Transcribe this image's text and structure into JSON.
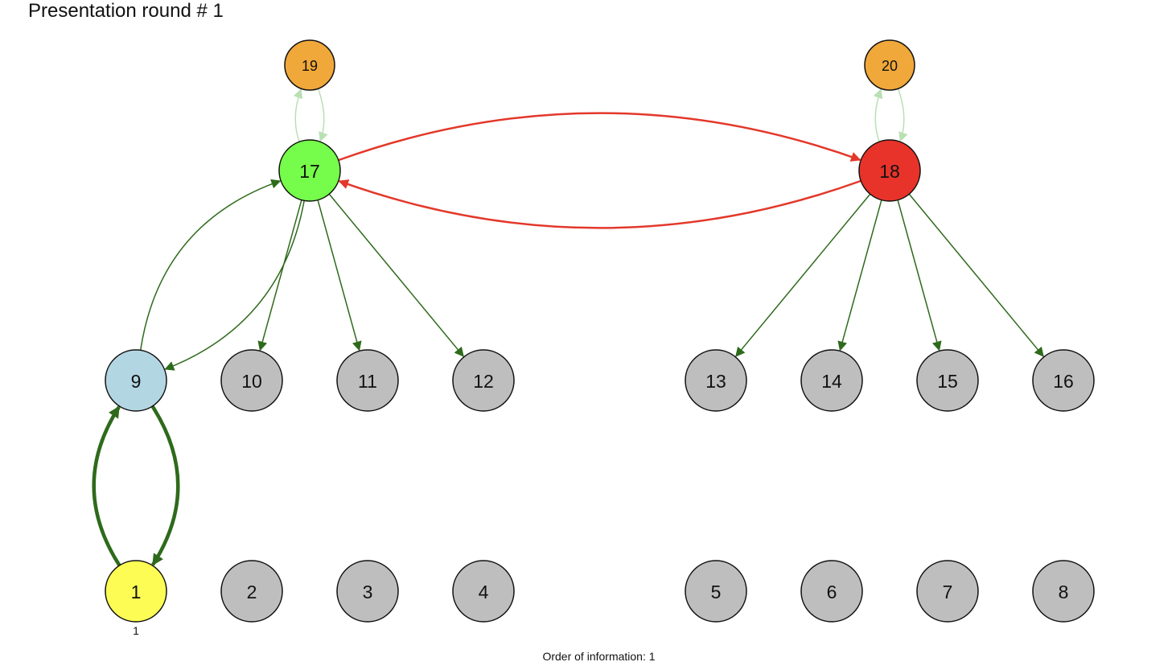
{
  "title": "Presentation round # 1",
  "footer": "Order of information: 1",
  "colors": {
    "gray": "#bebebe",
    "orange": "#f0a83a",
    "green_node": "#76fc4a",
    "red_node": "#e8332a",
    "lightblue": "#b3d6e3",
    "yellow": "#fdfc55",
    "edge_dark_green": "#2e6a1b",
    "edge_light_green": "#b9e0b3",
    "edge_red": "#e3382a"
  },
  "nodes": [
    {
      "id": "1",
      "color": "yellow",
      "sublabel": "1"
    },
    {
      "id": "2",
      "color": "gray"
    },
    {
      "id": "3",
      "color": "gray"
    },
    {
      "id": "4",
      "color": "gray"
    },
    {
      "id": "5",
      "color": "gray"
    },
    {
      "id": "6",
      "color": "gray"
    },
    {
      "id": "7",
      "color": "gray"
    },
    {
      "id": "8",
      "color": "gray"
    },
    {
      "id": "9",
      "color": "lightblue"
    },
    {
      "id": "10",
      "color": "gray"
    },
    {
      "id": "11",
      "color": "gray"
    },
    {
      "id": "12",
      "color": "gray"
    },
    {
      "id": "13",
      "color": "gray"
    },
    {
      "id": "14",
      "color": "gray"
    },
    {
      "id": "15",
      "color": "gray"
    },
    {
      "id": "16",
      "color": "gray"
    },
    {
      "id": "17",
      "color": "green_node"
    },
    {
      "id": "18",
      "color": "red_node"
    },
    {
      "id": "19",
      "color": "orange"
    },
    {
      "id": "20",
      "color": "orange"
    }
  ],
  "edges": [
    {
      "from": "9",
      "to": "1",
      "color": "edge_dark_green",
      "weight": "heavy"
    },
    {
      "from": "1",
      "to": "9",
      "color": "edge_dark_green",
      "weight": "heavy"
    },
    {
      "from": "17",
      "to": "9",
      "color": "edge_dark_green",
      "weight": "normal"
    },
    {
      "from": "9",
      "to": "17",
      "color": "edge_dark_green",
      "weight": "normal"
    },
    {
      "from": "17",
      "to": "10",
      "color": "edge_dark_green",
      "weight": "normal"
    },
    {
      "from": "17",
      "to": "11",
      "color": "edge_dark_green",
      "weight": "normal"
    },
    {
      "from": "17",
      "to": "12",
      "color": "edge_dark_green",
      "weight": "normal"
    },
    {
      "from": "18",
      "to": "13",
      "color": "edge_dark_green",
      "weight": "normal"
    },
    {
      "from": "18",
      "to": "14",
      "color": "edge_dark_green",
      "weight": "normal"
    },
    {
      "from": "18",
      "to": "15",
      "color": "edge_dark_green",
      "weight": "normal"
    },
    {
      "from": "18",
      "to": "16",
      "color": "edge_dark_green",
      "weight": "normal"
    },
    {
      "from": "17",
      "to": "18",
      "color": "edge_red",
      "weight": "medium"
    },
    {
      "from": "18",
      "to": "17",
      "color": "edge_red",
      "weight": "medium"
    },
    {
      "from": "19",
      "to": "17",
      "color": "edge_light_green",
      "weight": "normal"
    },
    {
      "from": "17",
      "to": "19",
      "color": "edge_light_green",
      "weight": "normal"
    },
    {
      "from": "20",
      "to": "18",
      "color": "edge_light_green",
      "weight": "normal"
    },
    {
      "from": "18",
      "to": "20",
      "color": "edge_light_green",
      "weight": "normal"
    }
  ]
}
